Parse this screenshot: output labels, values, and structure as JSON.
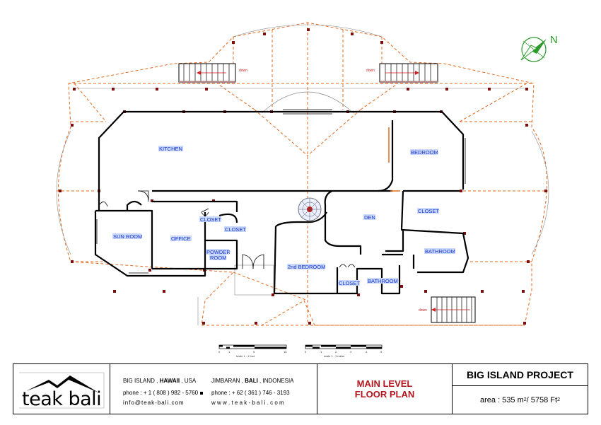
{
  "rooms": {
    "kitchen": "KITCHEN",
    "bedroom": "BEDROOM",
    "closet_bedroom": "CLOSET",
    "den": "DEN",
    "bathroom_main": "BATHROOM",
    "sun_room": "SUN ROOM",
    "office": "OFFICE",
    "closet_a": "CLOSET",
    "closet_b": "CLOSET",
    "powder_room_1": "POWDER",
    "powder_room_2": "ROOM",
    "second_bedroom": "2nd BEDROOM",
    "closet_2nd": "CLOSET",
    "bathroom_2nd": "BATHROOM"
  },
  "stairs": {
    "left": "down",
    "right": "down",
    "bottom": "down"
  },
  "compass": {
    "label": "N"
  },
  "scales": {
    "foot_ticks": [
      "0",
      "1",
      "5",
      "15"
    ],
    "foot_caption": "scale 1 : 1 foot",
    "meter_ticks": [
      "0",
      "1",
      "2",
      "3",
      "4",
      "5"
    ],
    "meter_caption": "scale 1 : 1 meter"
  },
  "title_block": {
    "logo_text": "teak bali",
    "hawaii": {
      "pre": "BIG ISLAND ,",
      "bold": "HAWAII",
      "post": ", USA",
      "phone": "phone : + 1 ( 808 ) 982 - 5760",
      "email": "info@teak-bali.com"
    },
    "bali": {
      "pre": "JIMBARAN ,",
      "bold": "BALI",
      "post": ", INDONESIA",
      "phone": "phone : + 62 ( 361 ) 746 - 3193",
      "web": "w w w . t e a k - b a l i . c o m"
    },
    "plan_line1": "MAIN LEVEL",
    "plan_line2": "FLOOR PLAN",
    "project_title": "BIG ISLAND PROJECT",
    "area_prefix": "area : 535 m",
    "area_mid": " / 5758 Ft",
    "area_sup": "2"
  },
  "colors": {
    "wall": "#000000",
    "deck": "#e06a1e",
    "room_label": "#1a33cc",
    "title_red": "#b3141e",
    "compass": "#2a9a2a"
  }
}
